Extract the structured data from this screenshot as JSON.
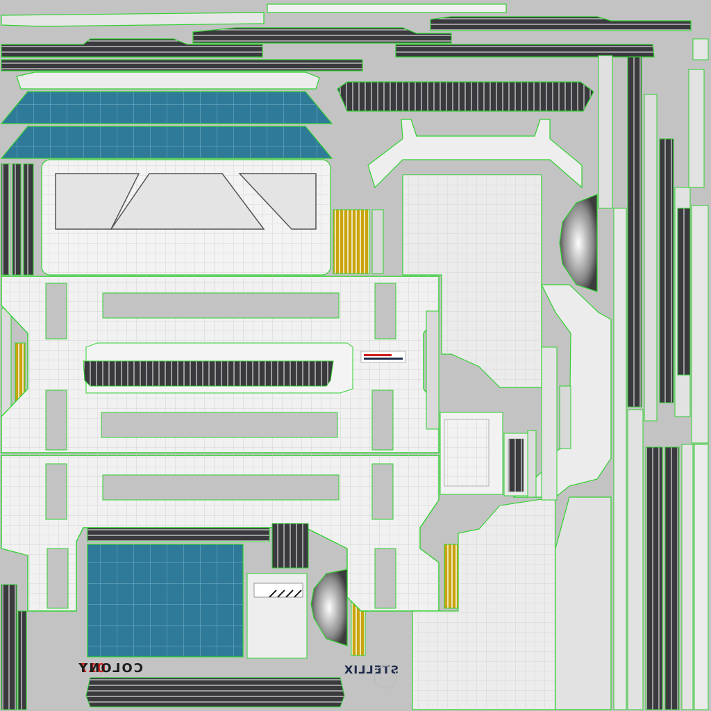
{
  "texture": {
    "background_color": "#c3c3c3",
    "panel_color": "#efefef",
    "seam_color": "#2fd12f",
    "wire_color": "#ffffff",
    "dark_strip_color": "#3a3a3e",
    "blue_panel_color": "#2f7a98",
    "accent_yellow": "#c9a40e",
    "accent_red": "#d01c1c",
    "accent_navy": "#1d2a4a"
  },
  "decals": {
    "colony_name": "COLONY",
    "colony_number": "017",
    "brand": "STELLIX"
  }
}
